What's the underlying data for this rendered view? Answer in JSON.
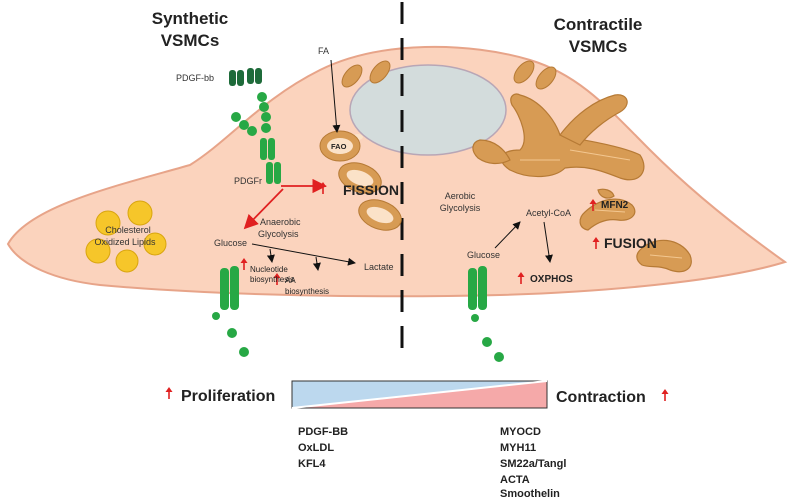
{
  "headers": {
    "synthetic": [
      "Synthetic",
      "VSMCs"
    ],
    "contractile": [
      "Contractile",
      "VSMCs"
    ]
  },
  "left": {
    "pdgf_bb": "PDGF-bb",
    "fa": "FA",
    "fao": "FAO",
    "pdgfr": "PDGFr",
    "fission": "FISSION",
    "lipids": [
      "Cholesterol",
      "Oxidized Lipids"
    ],
    "anaerobic": [
      "Anaerobic",
      "Glycolysis"
    ],
    "glucose": "Glucose",
    "lactate": "Lactate",
    "nucleotide": [
      "Nucleotide",
      "biosynthesis"
    ],
    "aa": [
      "AA",
      "biosynthesis"
    ]
  },
  "right": {
    "aerobic": [
      "Aerobic",
      "Glycolysis"
    ],
    "acetyl": "Acetyl-CoA",
    "glucose": "Glucose",
    "oxphos": "OXPHOS",
    "mfn2": "MFN2",
    "fusion": "FUSION"
  },
  "bottom": {
    "proliferation": "Proliferation",
    "contraction": "Contraction",
    "left_markers": [
      "PDGF-BB",
      "OxLDL",
      "KFL4"
    ],
    "right_markers": [
      "MYOCD",
      "MYH11",
      "SM22a/Tangl",
      "ACTA",
      "Smoothelin"
    ]
  },
  "colors": {
    "cell": "#fbd3bd",
    "cell_outline": "#e7a489",
    "nucleus": "#d3dcdc",
    "mito": "#d79b54",
    "receptor": "#27a845",
    "lipid": "#f6c62a",
    "up_arrow": "#e02020",
    "triangle_blue": "#bcd8ee",
    "triangle_pink": "#f5a9a9"
  }
}
